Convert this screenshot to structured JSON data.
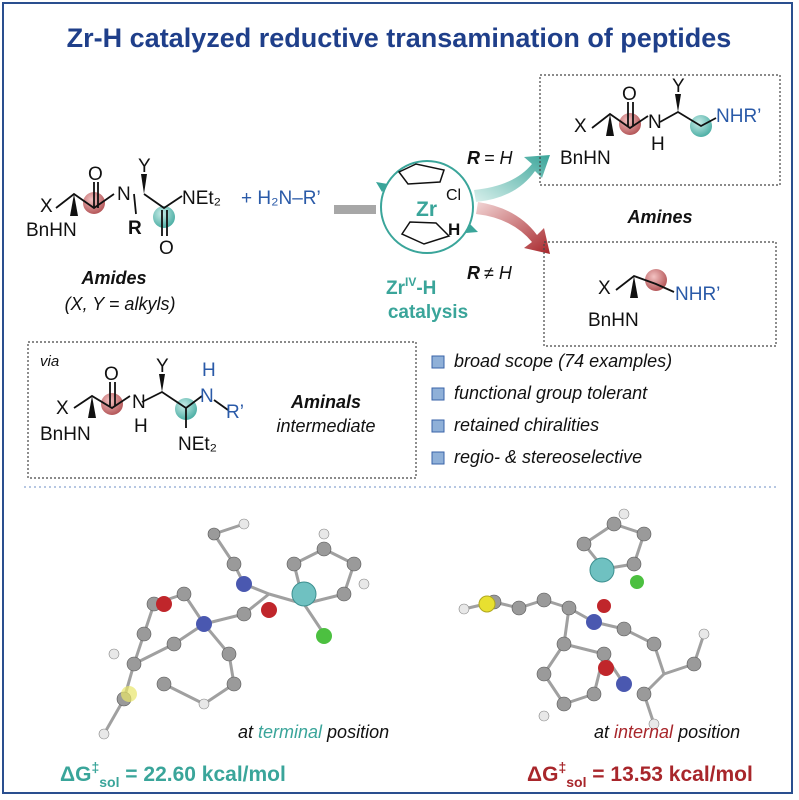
{
  "title": "Zr-H catalyzed reductive transamination of peptides",
  "reactant": {
    "x": "X",
    "y": "Y",
    "o1": "O",
    "o2": "O",
    "n": "N",
    "r": "R",
    "bnhn": "BnHN",
    "net2": "NEt₂",
    "plus_amine_prefix": "+ H₂N–R’",
    "label": "Amides",
    "sublabel": "(X, Y = alkyls)"
  },
  "catalyst": {
    "metal": "Zr",
    "cl": "Cl",
    "h": "H",
    "name_main": "Zr",
    "name_sup": "IV",
    "name_tail": "-H",
    "name_line2": "catalysis"
  },
  "conditions": {
    "r_eq_h": "= H",
    "r_neq_h": "≠ H",
    "r": "R"
  },
  "product_top": {
    "x": "X",
    "y": "Y",
    "o": "O",
    "n": "N",
    "h": "H",
    "bnhn": "BnHN",
    "nhr": "NHR’"
  },
  "products_label": "Amines",
  "product_bottom": {
    "x": "X",
    "bnhn": "BnHN",
    "nhr": "NHR’"
  },
  "intermediate": {
    "via": "via",
    "x": "X",
    "y": "Y",
    "o": "O",
    "n": "N",
    "h": "H",
    "h2": "H",
    "nr": "N",
    "r": "R’",
    "bnhn": "BnHN",
    "net2": "NEt₂",
    "label": "Aminals",
    "label2": "intermediate"
  },
  "features": [
    "broad scope (74 examples)",
    "functional group tolerant",
    "retained chiralities",
    "regio- & stereoselective"
  ],
  "ts_left": {
    "caption_pre": "at ",
    "caption_hl": "terminal",
    "caption_post": " position",
    "energy_sym": "ΔG",
    "energy_sup": "‡",
    "energy_sub": "sol",
    "energy_val": " = 22.60 kcal/mol"
  },
  "ts_right": {
    "caption_pre": "at ",
    "caption_hl": "internal",
    "caption_post": " position",
    "energy_sym": "ΔG",
    "energy_sup": "‡",
    "energy_sub": "sol",
    "energy_val": " = 13.53 kcal/mol"
  },
  "colors": {
    "title": "#1f3f8a",
    "blue": "#2a5aa8",
    "teal": "#3aa59a",
    "red": "#a8262b"
  }
}
